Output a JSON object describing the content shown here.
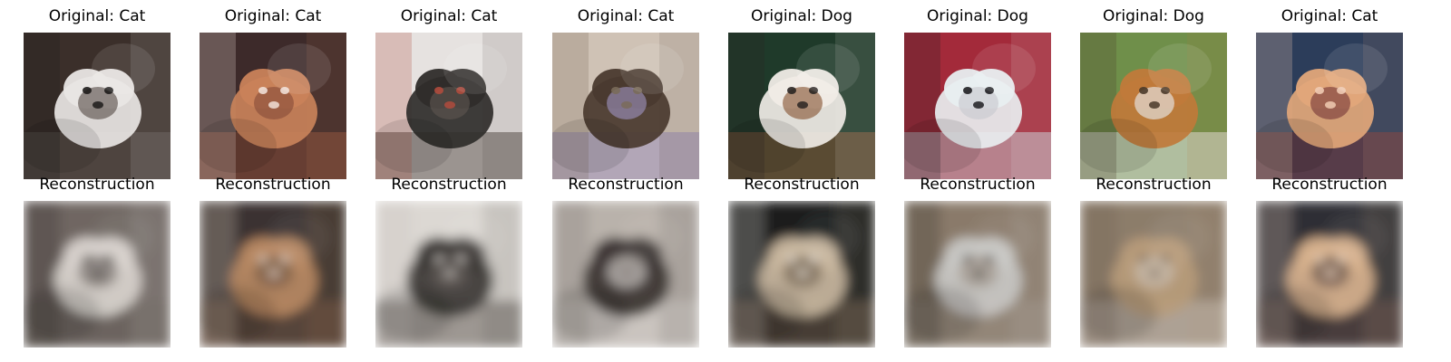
{
  "figure": {
    "columns": [
      {
        "original": {
          "title": "Original: Cat",
          "subject": "cat",
          "colors": {
            "bg": "#3b2f2a",
            "main": "#e9e6e4",
            "accent": "#5f5550",
            "detail": "#1d1b1a"
          }
        },
        "reconstruction": {
          "title": "Reconstruction",
          "colors": {
            "bg": "#6f6662",
            "main": "#d8d2cd",
            "accent": "#6a625d",
            "detail": "#2f2b29"
          }
        }
      },
      {
        "original": {
          "title": "Original: Cat",
          "subject": "cat",
          "colors": {
            "bg": "#3d2a2a",
            "main": "#c9825a",
            "accent": "#8b4f3b",
            "detail": "#f0dfd6"
          }
        },
        "reconstruction": {
          "title": "Reconstruction",
          "colors": {
            "bg": "#3a3230",
            "main": "#b88963",
            "accent": "#6f5443",
            "detail": "#e6d6c9"
          }
        }
      },
      {
        "original": {
          "title": "Original: Cat",
          "subject": "cat",
          "colors": {
            "bg": "#e6e2e0",
            "main": "#2f2c2a",
            "accent": "#5c544e",
            "detail": "#b04b3d"
          }
        },
        "reconstruction": {
          "title": "Reconstruction",
          "colors": {
            "bg": "#dcd8d3",
            "main": "#3b3835",
            "accent": "#6a625d",
            "detail": "#c7c1bc"
          }
        }
      },
      {
        "original": {
          "title": "Original: Cat",
          "subject": "cat",
          "colors": {
            "bg": "#cfc2b5",
            "main": "#4a3a2f",
            "accent": "#9a8fb8",
            "detail": "#7a6b5a"
          }
        },
        "reconstruction": {
          "title": "Reconstruction",
          "colors": {
            "bg": "#b9b2ab",
            "main": "#3a3330",
            "accent": "#d9d4cf",
            "detail": "#7c7470"
          }
        }
      },
      {
        "original": {
          "title": "Original: Dog",
          "subject": "dog",
          "colors": {
            "bg": "#1f3a2a",
            "main": "#f0ebe6",
            "accent": "#8b5a3a",
            "detail": "#2a2522"
          }
        },
        "reconstruction": {
          "title": "Reconstruction",
          "colors": {
            "bg": "#1b1c1c",
            "main": "#c9b79f",
            "accent": "#6a5a4a",
            "detail": "#e7dfd6"
          }
        }
      },
      {
        "original": {
          "title": "Original: Dog",
          "subject": "dog",
          "colors": {
            "bg": "#a32a3a",
            "main": "#e8eef0",
            "accent": "#c9c9cf",
            "detail": "#1f1f22"
          }
        },
        "reconstruction": {
          "title": "Reconstruction",
          "colors": {
            "bg": "#8a7a6a",
            "main": "#c8c7c4",
            "accent": "#9a8f84",
            "detail": "#2b2a29"
          }
        }
      },
      {
        "original": {
          "title": "Original: Dog",
          "subject": "dog",
          "colors": {
            "bg": "#6f8f4a",
            "main": "#c07a3a",
            "accent": "#e6e6e6",
            "detail": "#4a3a2a"
          }
        },
        "reconstruction": {
          "title": "Reconstruction",
          "colors": {
            "bg": "#8c7d6b",
            "main": "#b79b7a",
            "accent": "#c9c0b6",
            "detail": "#6a5b4c"
          }
        }
      },
      {
        "original": {
          "title": "Original: Cat",
          "subject": "cat",
          "colors": {
            "bg": "#2c3d5a",
            "main": "#e2a77a",
            "accent": "#7b3d3c",
            "detail": "#f0cbb2"
          }
        },
        "reconstruction": {
          "title": "Reconstruction",
          "colors": {
            "bg": "#2f2f35",
            "main": "#d8b28e",
            "accent": "#5e4b45",
            "detail": "#f0d8c2"
          }
        }
      }
    ]
  }
}
